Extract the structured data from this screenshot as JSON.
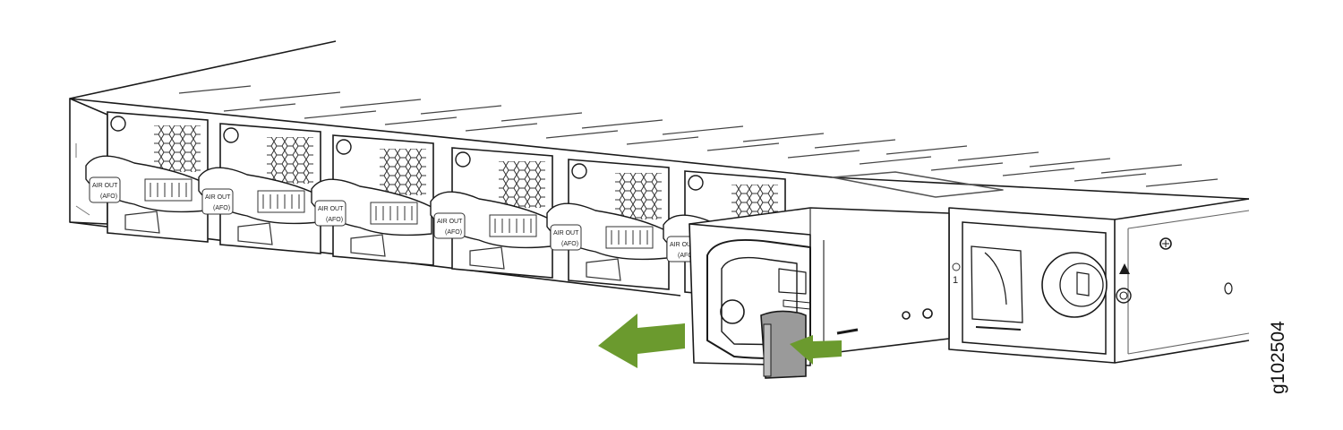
{
  "figure": {
    "id": "g102504",
    "fan_label_line1": "AIR OUT",
    "fan_label_line2": "(AFO)",
    "psu_slot_number": "1",
    "fan_module_count": 6,
    "colors": {
      "line": "#1a1a1a",
      "arrow": "#6b9a2e",
      "latch_gray": "#9a9a9a",
      "light_gray": "#e8e8e8"
    }
  }
}
